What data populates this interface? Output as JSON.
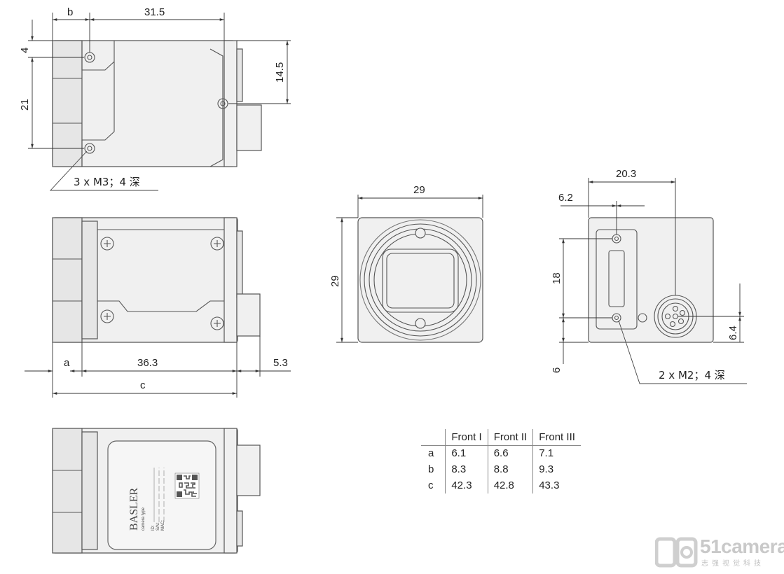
{
  "dimensions": {
    "top_view": {
      "width_b": "b",
      "length": "31.5",
      "offset_top": "4",
      "hole_spacing": "21",
      "right_height": "14.5",
      "holes_note": "3 x M3；4 深"
    },
    "side_view": {
      "front_a": "a",
      "body_length": "36.3",
      "connector": "5.3",
      "total_c": "c"
    },
    "front_view": {
      "width": "29",
      "height": "29"
    },
    "back_view": {
      "width_to_connector": "20.3",
      "hole_offset_x": "6.2",
      "hole_spacing": "18",
      "bottom_offset": "6",
      "connector_height": "6.4",
      "holes_note": "2 x M2；4 深"
    }
  },
  "label": {
    "brand": "BASLER",
    "type": "camera type",
    "id": "ID:",
    "sn": "S/N:",
    "mac": "MAC:"
  },
  "table": {
    "headers": [
      "",
      "Front I",
      "Front II",
      "Front III"
    ],
    "rows": [
      [
        "a",
        "6.1",
        "6.6",
        "7.1"
      ],
      [
        "b",
        "8.3",
        "8.8",
        "9.3"
      ],
      [
        "c",
        "42.3",
        "42.8",
        "43.3"
      ]
    ]
  },
  "logo": {
    "text": "51camera",
    "sub": "志强视觉科技"
  },
  "colors": {
    "line": "#555555",
    "body": "#f0f0f0",
    "logo": "#c9c9c9"
  }
}
